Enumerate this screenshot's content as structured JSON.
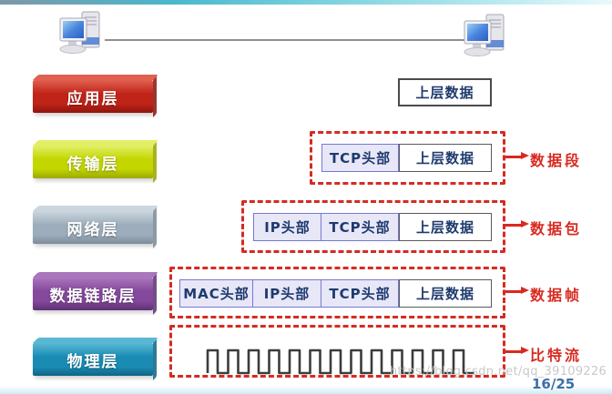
{
  "meta": {
    "watermark": "https://blog.csdn.net/qq_39109226",
    "page_number": "16/25"
  },
  "colors": {
    "dashed_border": "#d52b22",
    "annotation_red": "#d92a20",
    "header_cell_fill": "#e7e7f8",
    "header_cell_border": "#7878cf",
    "cell_text": "#1e3a6e",
    "data_cell_border": "#5a5a5a",
    "link_line": "#8f8f8f",
    "topbar_cyan": "#49b8cc",
    "page_number_blue": "#3b6fa8"
  },
  "icons": {
    "computer_left": "computer-icon",
    "computer_right": "computer-icon"
  },
  "layers": [
    {
      "label": "应用层",
      "main": "#c02418",
      "light": "#e0604f",
      "dark": "#8e150d"
    },
    {
      "label": "传输层",
      "main": "#c3d600",
      "light": "#e2ef66",
      "dark": "#9aa900"
    },
    {
      "label": "网络层",
      "main": "#9dadbb",
      "light": "#cbd6de",
      "dark": "#7c8c9a"
    },
    {
      "label": "数据链路层",
      "main": "#84489c",
      "light": "#aa76bc",
      "dark": "#5f3173"
    },
    {
      "label": "物理层",
      "main": "#1a8cb4",
      "light": "#5ab8d4",
      "dark": "#0f6586"
    }
  ],
  "encapsulation": {
    "upper_data": "上层数据",
    "rows": [
      {
        "annotation": "数据段",
        "cells": [
          {
            "text": "TCP头部"
          },
          {
            "text": "上层数据"
          }
        ]
      },
      {
        "annotation": "数据包",
        "cells": [
          {
            "text": "IP头部"
          },
          {
            "text": "TCP头部"
          },
          {
            "text": "上层数据"
          }
        ]
      },
      {
        "annotation": "数据帧",
        "cells": [
          {
            "text": "MAC头部"
          },
          {
            "text": "IP头部"
          },
          {
            "text": "TCP头部"
          },
          {
            "text": "上层数据"
          }
        ]
      },
      {
        "annotation": "比特流",
        "cells": []
      }
    ]
  }
}
